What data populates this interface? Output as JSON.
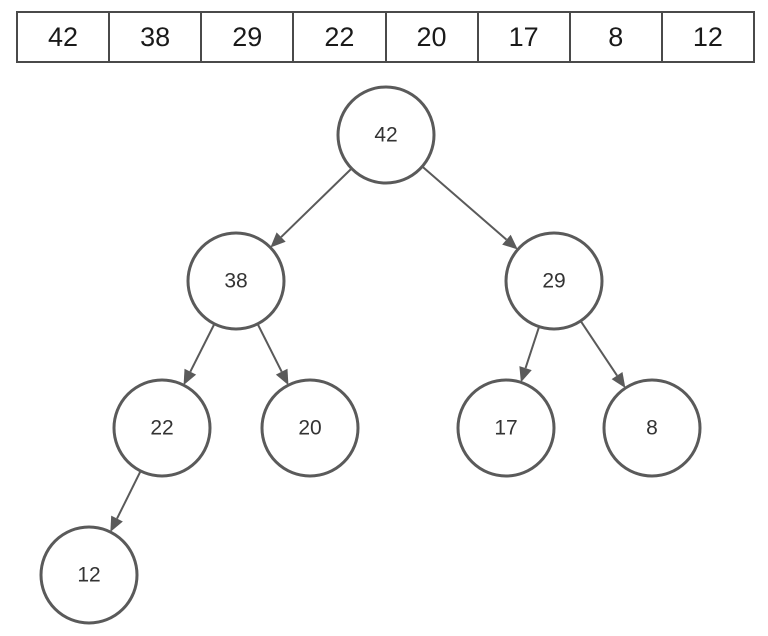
{
  "array": {
    "values": [
      "42",
      "38",
      "29",
      "22",
      "20",
      "17",
      "8",
      "12"
    ]
  },
  "tree": {
    "nodes": [
      {
        "id": "n0",
        "label": "42"
      },
      {
        "id": "n1",
        "label": "38"
      },
      {
        "id": "n2",
        "label": "29"
      },
      {
        "id": "n3",
        "label": "22"
      },
      {
        "id": "n4",
        "label": "20"
      },
      {
        "id": "n5",
        "label": "17"
      },
      {
        "id": "n6",
        "label": "8"
      },
      {
        "id": "n7",
        "label": "12"
      }
    ],
    "edges": [
      {
        "from": "n0",
        "to": "n1"
      },
      {
        "from": "n0",
        "to": "n2"
      },
      {
        "from": "n1",
        "to": "n3"
      },
      {
        "from": "n1",
        "to": "n4"
      },
      {
        "from": "n2",
        "to": "n5"
      },
      {
        "from": "n2",
        "to": "n6"
      },
      {
        "from": "n3",
        "to": "n7"
      }
    ]
  }
}
